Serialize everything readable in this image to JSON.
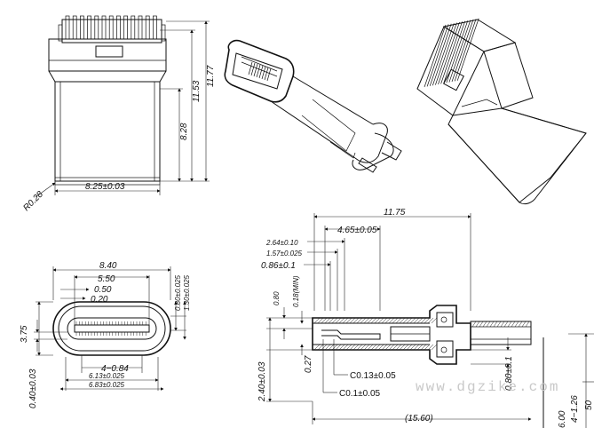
{
  "top_view": {
    "dim_height_total": "11.77",
    "dim_height_mid": "11.53",
    "dim_body": "8.28",
    "dim_width": "8.25±0.03",
    "dim_radius": "R0.28"
  },
  "front_view": {
    "dim_8_40": "8.40",
    "dim_5_50": "5.50",
    "dim_0_50": "0.50",
    "dim_0_20": "0.20",
    "dim_3_75": "3.75",
    "dim_0_80": "0.80±0.025",
    "dim_1_30": "1.30±0.025",
    "dim_0_40": "0.40±0.03",
    "dim_4_084": "4−0.84",
    "dim_6_13": "6.13±0.025",
    "dim_6_83": "6.83±0.025"
  },
  "side_section": {
    "dim_11_75": "11.75",
    "dim_4_65": "4.65±0.05",
    "dim_2_64": "2.64±0.10",
    "dim_1_57": "1.57±0.025",
    "dim_0_86": "0.86±0.1",
    "dim_0_80v": "0.80",
    "dim_0_18": "0.18(MIN)",
    "dim_0_27": "0.27",
    "dim_2_40": "2.40±0.03",
    "dim_0_80r": "0.80±0.1",
    "callout_c013": "C0.13±0.05",
    "callout_c01": "C0.1±0.05",
    "dim_15_60": "(15.60)"
  },
  "edge_partial": {
    "dim_a": "6.00",
    "dim_b": "4−1.26",
    "dim_c": "50"
  },
  "watermark": "www.dgzike.com"
}
